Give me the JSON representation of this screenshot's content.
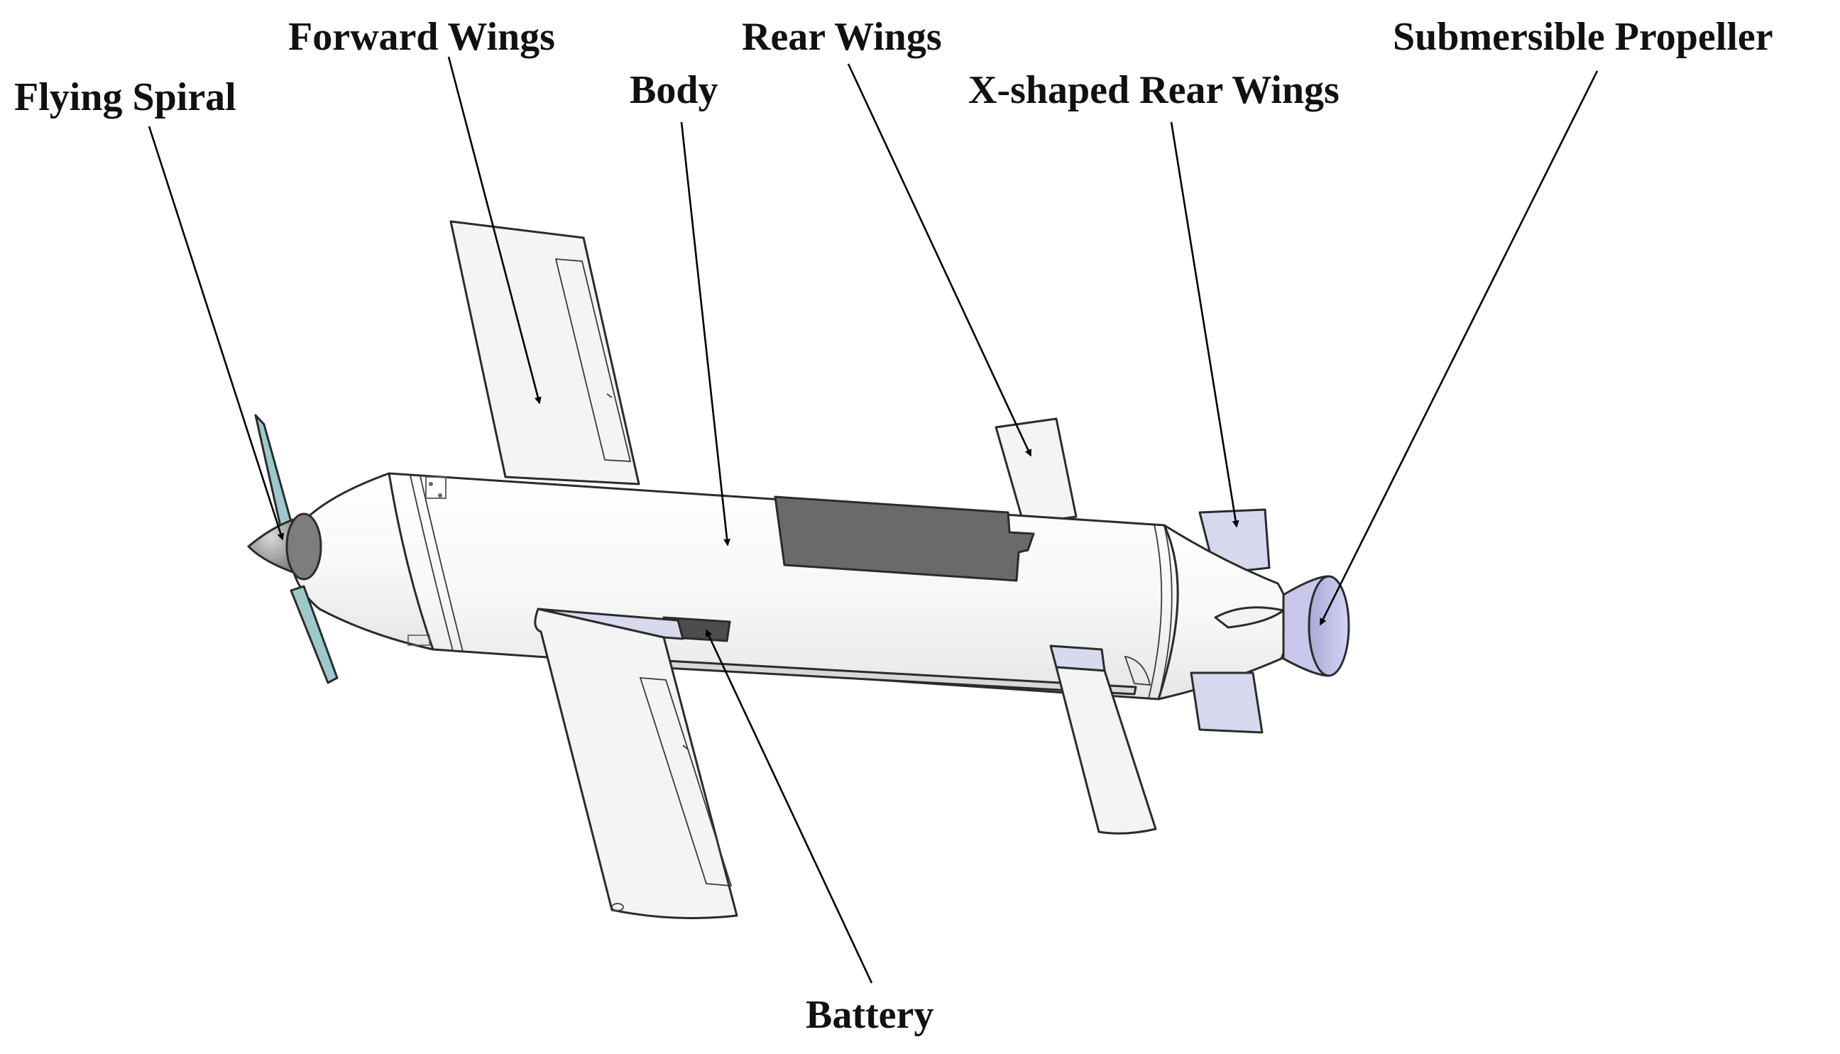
{
  "labels": {
    "flying_spiral": "Flying Spiral",
    "forward_wings": "Forward Wings",
    "body": "Body",
    "rear_wings": "Rear Wings",
    "x_shaped_rear_wings": "X-shaped Rear Wings",
    "submersible_propeller": "Submersible Propeller",
    "battery": "Battery"
  },
  "colors": {
    "background": "#ffffff",
    "hull": "#f7f7f7",
    "wing": "#f4f4f4",
    "panel": "#6a6a6a",
    "propeller_blade": "#9ec9cc",
    "spinner": "#8a8a8a",
    "x_fin": "#d6d8ee",
    "duct": "#c9c8ec",
    "wing_root": "#d7daec"
  }
}
